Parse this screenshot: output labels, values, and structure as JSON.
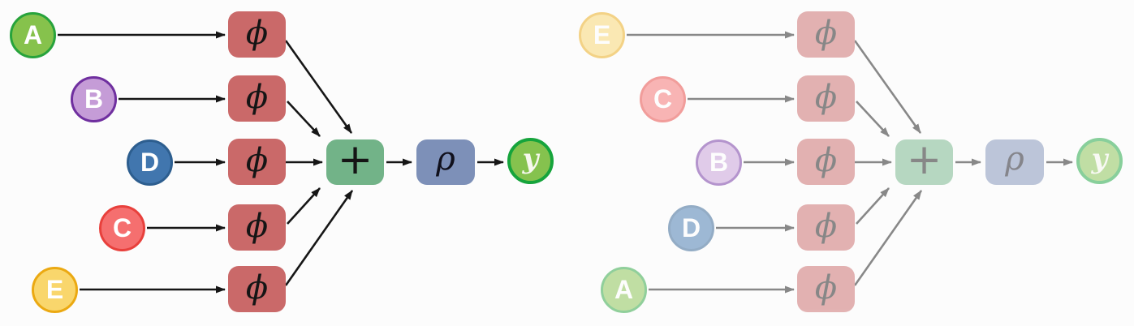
{
  "canvas": {
    "background": "#fcfcfc"
  },
  "palette": {
    "phi_box": "#ca6969",
    "sum_box": "#72b388",
    "rho_box": "#7d90b8",
    "arrow": "#161616",
    "output_fill": "#85c24e",
    "output_border": "#16a43c"
  },
  "diagrams": [
    {
      "side": "left",
      "faded": false,
      "inputs": [
        {
          "label": "A",
          "fill": "#86c24c",
          "border": "#27a33c"
        },
        {
          "label": "B",
          "fill": "#c59cd7",
          "border": "#6f2f9f"
        },
        {
          "label": "D",
          "fill": "#4176ae",
          "border": "#2d5e8f"
        },
        {
          "label": "C",
          "fill": "#f56f6f",
          "border": "#e8403c"
        },
        {
          "label": "E",
          "fill": "#f9d66c",
          "border": "#eba912"
        }
      ],
      "phi_label": "ϕ",
      "sum_label": "+",
      "rho_label": "ρ",
      "output_label": "y"
    },
    {
      "side": "right",
      "faded": true,
      "inputs": [
        {
          "label": "E",
          "fill": "#f9d66c",
          "border": "#eba912"
        },
        {
          "label": "C",
          "fill": "#f56f6f",
          "border": "#e8403c"
        },
        {
          "label": "B",
          "fill": "#c59cd7",
          "border": "#6f2f9f"
        },
        {
          "label": "D",
          "fill": "#4176ae",
          "border": "#2d5e8f"
        },
        {
          "label": "A",
          "fill": "#86c24c",
          "border": "#27a33c"
        }
      ],
      "phi_label": "ϕ",
      "sum_label": "+",
      "rho_label": "ρ",
      "output_label": "y"
    }
  ]
}
